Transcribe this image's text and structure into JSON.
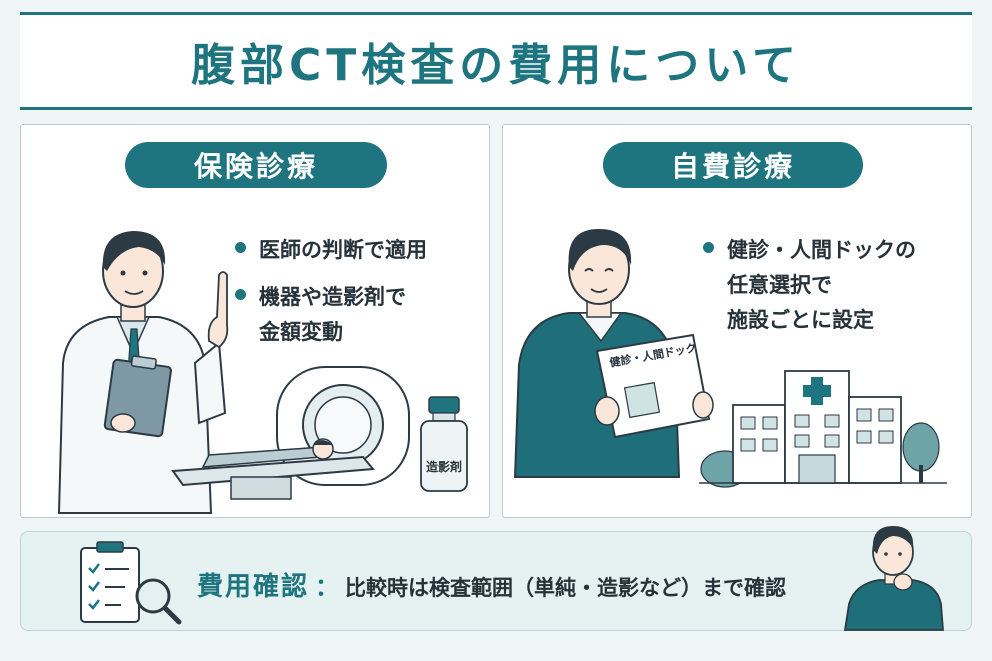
{
  "title": "腹部CT検査の費用について",
  "colors": {
    "accent": "#1e7580",
    "background": "#f0f5f6",
    "panel_border": "#b9cdd2"
  },
  "insurance": {
    "heading": "保険診療",
    "bullets": [
      {
        "text": "医師の判断で適用"
      },
      {
        "text": "機器や造影剤で\n金額変動"
      }
    ],
    "bottle_label": "造影剤",
    "icons": [
      "doctor-illustration",
      "clipboard-icon",
      "ct-scanner-illustration",
      "contrast-bottle-icon"
    ]
  },
  "self_pay": {
    "heading": "自費診療",
    "bullets": [
      {
        "text": "健診・人間ドックの\n任意選択で\n施設ごとに設定"
      }
    ],
    "brochure_label": "健診・人間ドック",
    "icons": [
      "man-reading-illustration",
      "brochure-icon",
      "hospital-building-illustration"
    ]
  },
  "note": {
    "label": "費用確認",
    "separator": "：",
    "text": "比較時は検査範囲（単純・造影など）まで確認",
    "icons": [
      "checklist-magnifier-icon",
      "thinking-person-illustration"
    ]
  }
}
